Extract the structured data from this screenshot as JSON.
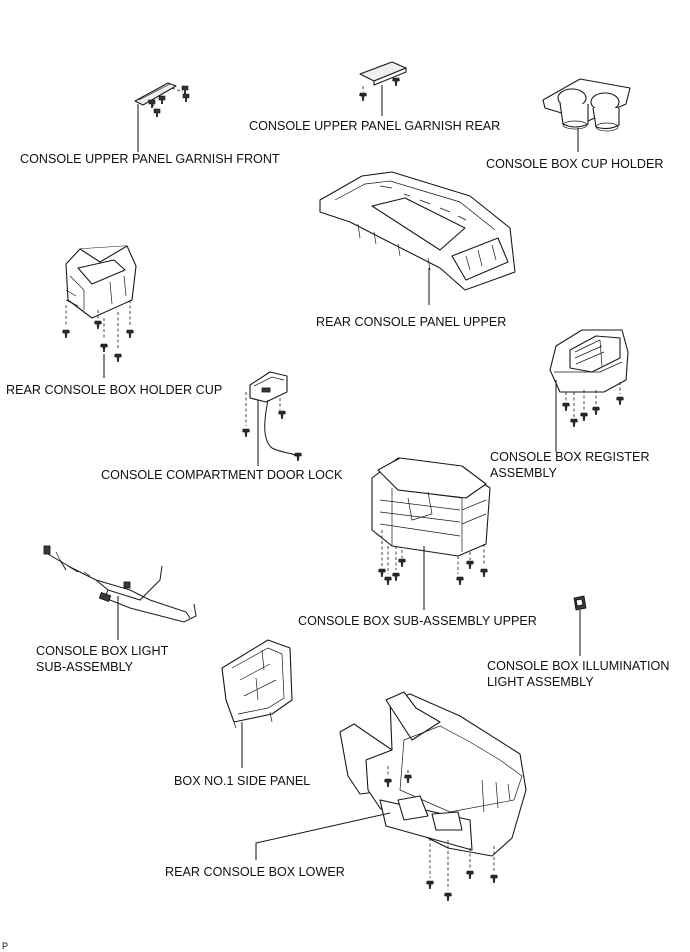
{
  "labels": {
    "garnish_front": "CONSOLE UPPER PANEL GARNISH FRONT",
    "garnish_rear": "CONSOLE UPPER PANEL GARNISH REAR",
    "cup_holder": "CONSOLE BOX CUP HOLDER",
    "panel_upper": "REAR CONSOLE PANEL UPPER",
    "holder_cup": "REAR CONSOLE BOX HOLDER CUP",
    "register_1": "CONSOLE BOX REGISTER",
    "register_2": "ASSEMBLY",
    "door_lock": "CONSOLE COMPARTMENT DOOR LOCK",
    "sub_upper": "CONSOLE BOX SUB-ASSEMBLY UPPER",
    "light_1": "CONSOLE BOX LIGHT",
    "light_2": "SUB-ASSEMBLY",
    "illum_1": "CONSOLE BOX ILLUMINATION",
    "illum_2": "LIGHT ASSEMBLY",
    "side_panel": "BOX NO.1 SIDE PANEL",
    "box_lower": "REAR CONSOLE BOX LOWER",
    "figure_code": "P"
  }
}
